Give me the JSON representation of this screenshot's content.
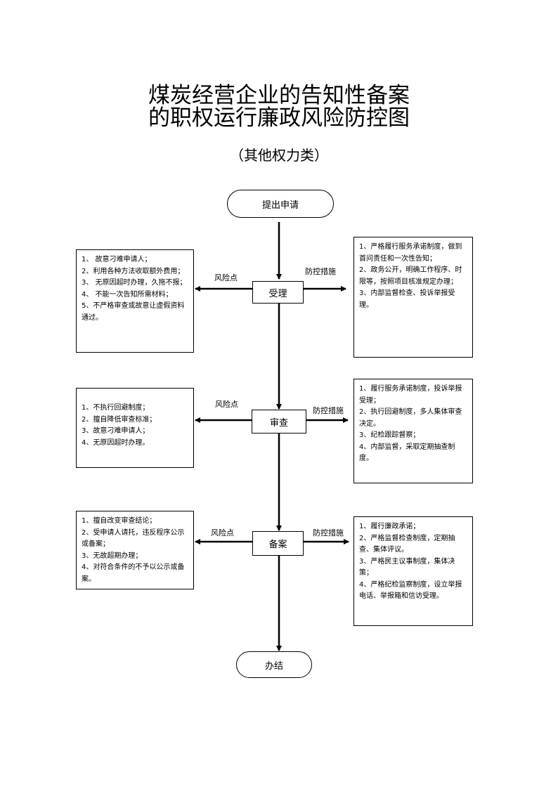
{
  "title": {
    "line1": "煤炭经营企业的告知性备案",
    "line2": "的职权运行廉政风险防控图",
    "subtitle": "（其他权力类）"
  },
  "flow": {
    "start": "提出申请",
    "end": "办结",
    "steps": [
      {
        "name": "受理",
        "risk_label": "风险点",
        "control_label": "防控措施",
        "risks": [
          "1、  故意刁难申请人；",
          "2、利用各种方法收取额外费用；",
          "3、  无原因超时办理，久拖不报；",
          "4、  不能一次告知所需材料；",
          "5、不严格审查或故意让虚假资料通过。"
        ],
        "controls": [
          "1、严格履行服务承诺制度，做到首问责任和一次性告知；",
          "2、政务公开，明确工作程序、时限等，按照项目核准规定办理；",
          "3、内部监督检查、投诉举报受理。"
        ]
      },
      {
        "name": "审查",
        "risk_label": "风险点",
        "control_label": "防控措施",
        "risks": [
          "1、不执行回避制度；",
          "2、擅自降低审查标准；",
          "3、故意刁难申请人；",
          "4、无原因超时办理。"
        ],
        "controls": [
          "1、履行服务承诺制度，投诉举报受理；",
          "2、执行回避制度，多人集体审查决定。",
          "3、纪检跟踪督察；",
          "4、内部监督，采取定期抽查制度。"
        ]
      },
      {
        "name": "备案",
        "risk_label": "风险点",
        "control_label": "防控措施",
        "risks": [
          "1、擅自改变审查结论；",
          "2、受申请人请托，违反程序公示或备案；",
          "3、无故超期办理；",
          "4、对符合条件的不予以公示或备案。"
        ],
        "controls": [
          "1、履行廉政承诺；",
          "2、严格监督检查制度，定期抽查、集体评议。",
          "3、严格民主议事制度，集体决策；",
          "4、严格纪检监察制度，设立举报电话、举报箱和信访受理。"
        ]
      }
    ]
  }
}
